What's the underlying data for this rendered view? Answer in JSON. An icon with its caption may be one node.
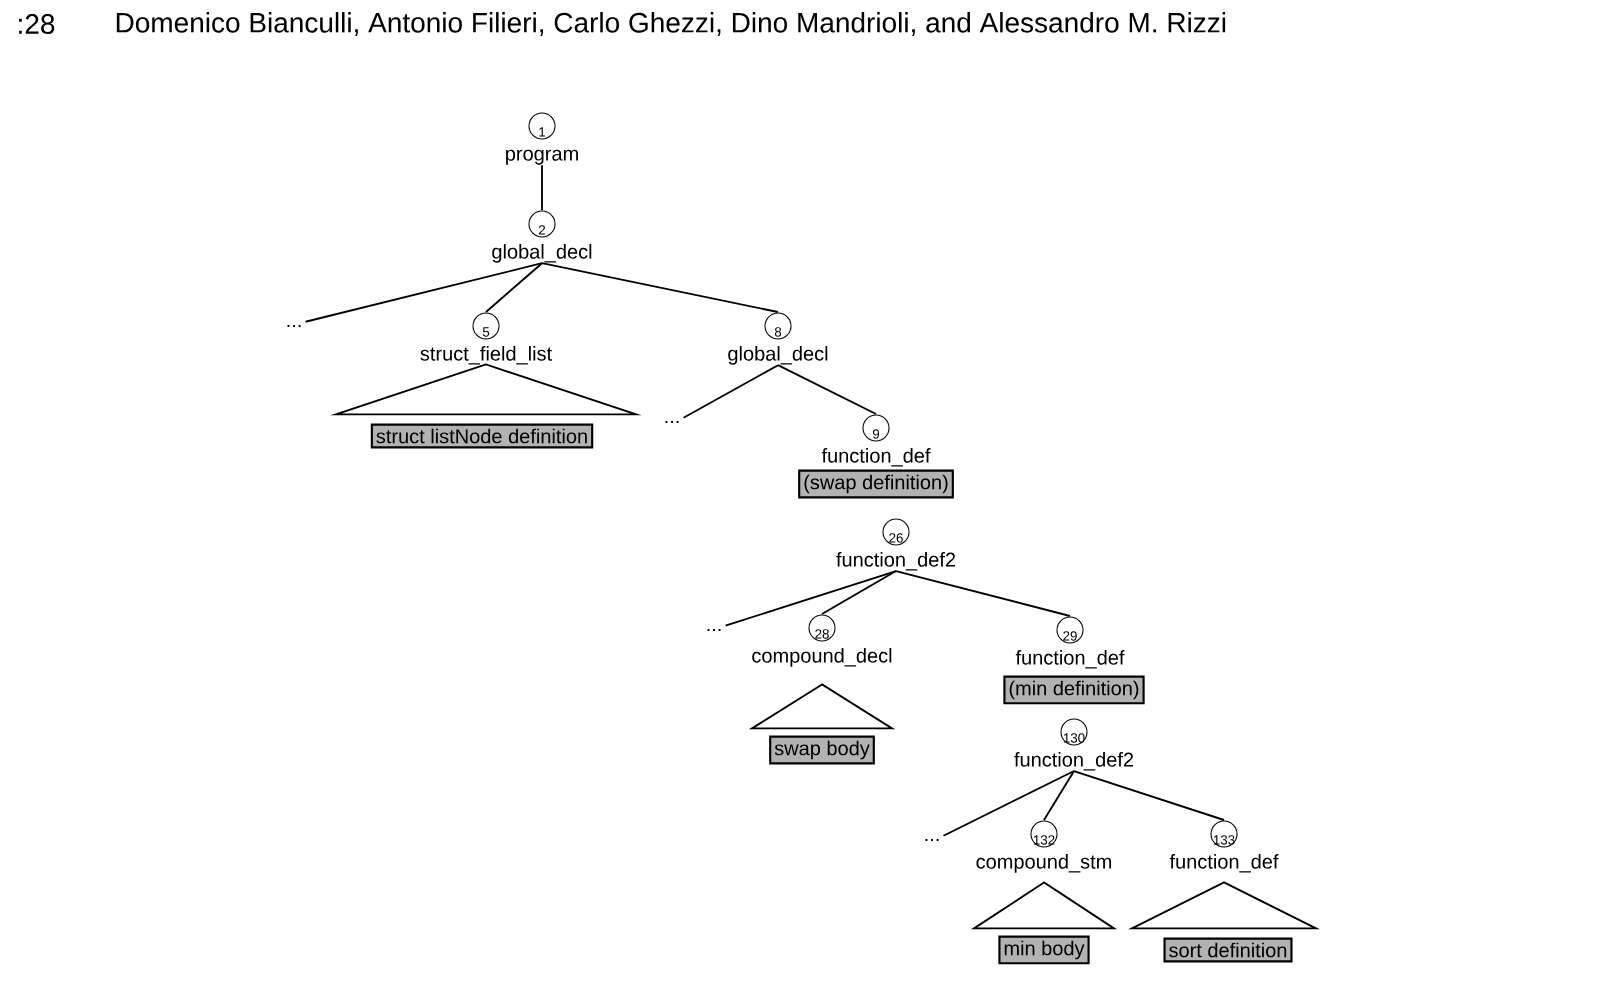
{
  "diagram": {
    "nodes": [
      {
        "text": [
          "1",
          "program"
        ]
      },
      {
        "text": [
          "2",
          "global_decl"
        ]
      },
      {
        "text": [
          "..."
        ]
      },
      {
        "text": [
          "5",
          "struct_field_list"
        ]
      },
      {
        "text": [
          "8",
          "global_decl"
        ]
      },
      {
        "text": [],
        "shape": "triangle"
      },
      {
        "text": [
          "struct listNode definition"
        ]
      },
      {
        "text": [
          "..."
        ]
      },
      {
        "text": [
          "9",
          "function_def"
        ]
      },
      {
        "text": [
          "(swap definition)"
        ]
      },
      {
        "text": [
          "26",
          "function_def2"
        ]
      },
      {
        "text": [
          "..."
        ]
      },
      {
        "text": [
          "28",
          "compound_decl"
        ]
      },
      {
        "text": [
          "29",
          "function_def"
        ]
      },
      {
        "text": [],
        "shape": "triangle"
      },
      {
        "text": [
          "swap body"
        ]
      },
      {
        "text": [
          "(min definition)"
        ]
      },
      {
        "text": [
          "130",
          "function_def2"
        ]
      },
      {
        "text": [
          "..."
        ]
      },
      {
        "text": [
          "132",
          "compound_stm"
        ]
      },
      {
        "text": [
          "133",
          "function_def"
        ]
      },
      {
        "text": [],
        "shape": "triangle"
      },
      {
        "text": [
          "min body"
        ]
      },
      {
        "text": [],
        "shape": "triangle"
      },
      {
        "text": [
          "sort definition"
        ]
      }
    ],
    "edges": [
      {
        "from": 0,
        "to": 1,
        "arrow": "none"
      },
      {
        "from": 1,
        "to": 2,
        "arrow": "none"
      },
      {
        "from": 1,
        "to": 3,
        "arrow": "none"
      },
      {
        "from": 1,
        "to": 4,
        "arrow": "none"
      },
      {
        "from": 4,
        "to": 7,
        "arrow": "none"
      },
      {
        "from": 4,
        "to": 8,
        "arrow": "none"
      },
      {
        "from": 10,
        "to": 11,
        "arrow": "none"
      },
      {
        "from": 10,
        "to": 12,
        "arrow": "none"
      },
      {
        "from": 10,
        "to": 13,
        "arrow": "none"
      },
      {
        "from": 17,
        "to": 18,
        "arrow": "none"
      },
      {
        "from": 17,
        "to": 19,
        "arrow": "none"
      },
      {
        "from": 17,
        "to": 20,
        "arrow": "none"
      }
    ],
    "labels": [
      ":28",
      "Domenico Bianculli, Antonio Filieri, Carlo Ghezzi, Dino Mandrioli, and Alessandro M. Rizzi"
    ]
  }
}
